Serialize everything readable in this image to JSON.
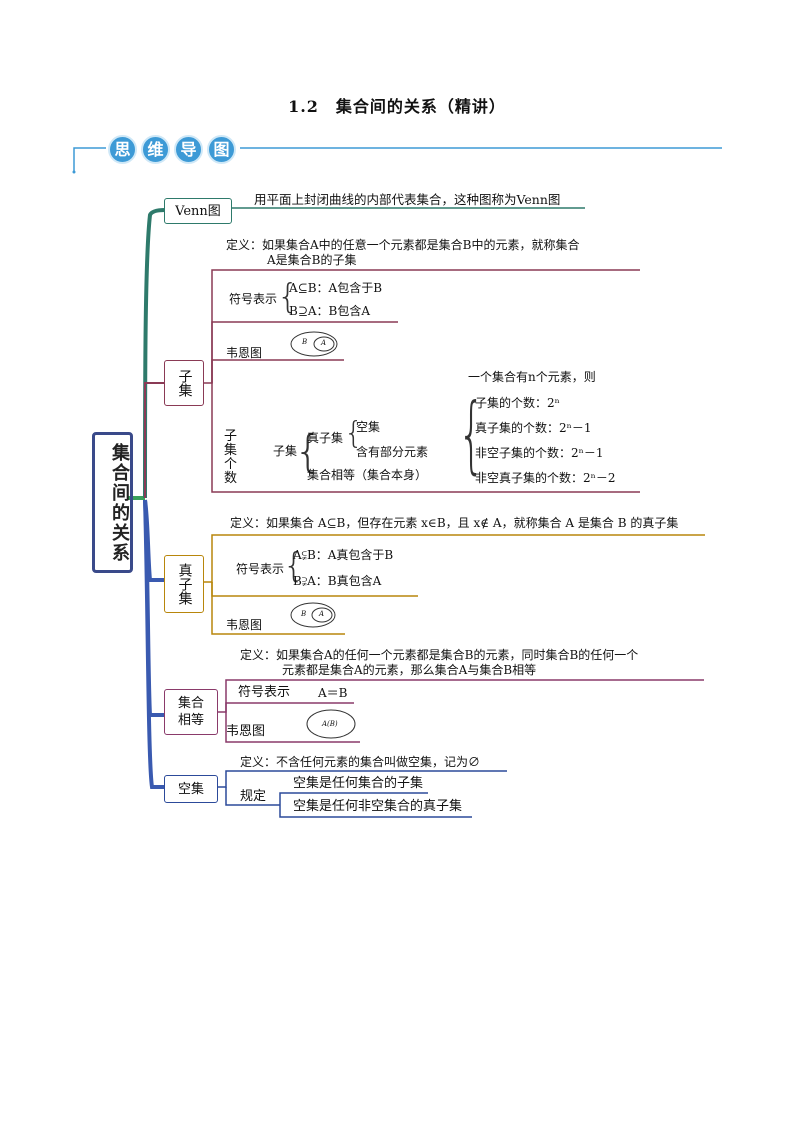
{
  "title": "1.2　集合间的关系（精讲）",
  "banner": {
    "chars": [
      "思",
      "维",
      "导",
      "图"
    ],
    "color": "#3d9ad6"
  },
  "root": "集合间的关系",
  "venn": {
    "label": "Venn图",
    "text": "用平面上封闭曲线的内部代表集合，这种图称为Venn图"
  },
  "subset": {
    "label": "子集",
    "definition_1": "定义：如果集合A中的任意一个元素都是集合B中的元素，就称集合",
    "definition_2": "A是集合B的子集",
    "symbol_label": "符号表示",
    "symbol_1": "A⊆B：A包含于B",
    "symbol_2": "B⊇A：B包含A",
    "venn_label": "韦恩图",
    "venn_inner": "A",
    "venn_outer": "B",
    "count_label": "子集个数",
    "count_header": "一个集合有n个元素，则",
    "counts": [
      "子集的个数：2ⁿ",
      "真子集的个数：2ⁿ－1",
      "非空子集的个数：2ⁿ－1",
      "非空真子集的个数：2ⁿ－2"
    ],
    "subset_word": "子集",
    "proper_word": "真子集",
    "proper_items": [
      "空集",
      "含有部分元素"
    ],
    "equal_item": "集合相等（集合本身）"
  },
  "proper": {
    "label": "真子集",
    "definition": "定义：如果集合 A⊆B，但存在元素 x∈B，且 x∉ A，就称集合 A 是集合 B 的真子集",
    "symbol_label": "符号表示",
    "symbol_1": "A⫋B：A真包含于B",
    "symbol_2": "B⫌A：B真包含A",
    "venn_label": "韦恩图",
    "venn_inner": "A",
    "venn_outer": "B"
  },
  "equal": {
    "label": "集合相等",
    "definition_1": "定义：如果集合A的任何一个元素都是集合B的元素，同时集合B的任何一个",
    "definition_2": "元素都是集合A的元素，那么集合A与集合B相等",
    "symbol_label": "符号表示",
    "symbol": "A＝B",
    "venn_label": "韦恩图",
    "venn_inner": "A(B)"
  },
  "empty": {
    "label": "空集",
    "definition": "定义：不含任何元素的集合叫做空集，记为∅",
    "rule_label": "规定",
    "rule_1": "空集是任何集合的子集",
    "rule_2": "空集是任何非空集合的真子集"
  },
  "colors": {
    "venn": "#2e7a6b",
    "subset": "#8a3a55",
    "proper": "#b8860b",
    "equal": "#8a3a6a",
    "empty": "#2c4a9a"
  }
}
